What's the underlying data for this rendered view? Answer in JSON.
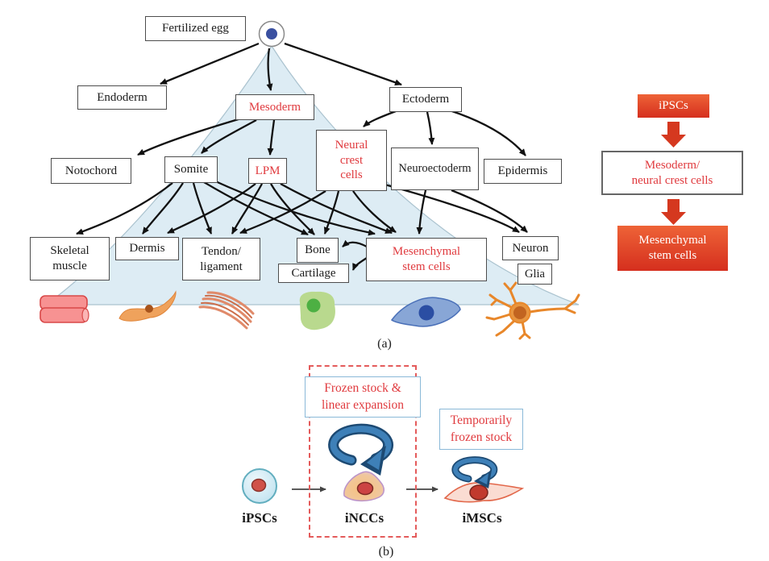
{
  "colors": {
    "accent_red_text": "#e03a3e",
    "dome_fill": "#ddecf4",
    "gradient_box_top": "#ee6337",
    "gradient_box_bottom": "#d52f1e",
    "cycle_arrow_blue": "#3e80b8",
    "cycle_arrow_outline": "#1d4a73",
    "dashed_border_red": "#e45b5b",
    "frozen_box_border": "#8ab9d8"
  },
  "panel_a": {
    "caption": "(a)",
    "boxes": {
      "fertilized_egg": {
        "label": "Fertilized egg"
      },
      "endoderm": {
        "label": "Endoderm"
      },
      "mesoderm": {
        "label": "Mesoderm"
      },
      "ectoderm": {
        "label": "Ectoderm"
      },
      "neural_crest": {
        "lines": [
          "Neural",
          "crest",
          "cells"
        ]
      },
      "neuroectoderm": {
        "label": "Neuroectoderm"
      },
      "epidermis": {
        "label": "Epidermis"
      },
      "notochord": {
        "label": "Notochord"
      },
      "somite": {
        "label": "Somite"
      },
      "lpm": {
        "label": "LPM"
      },
      "skeletal_muscle": {
        "lines": [
          "Skeletal",
          "muscle"
        ]
      },
      "dermis": {
        "label": "Dermis"
      },
      "tendon_ligament": {
        "lines": [
          "Tendon/",
          "ligament"
        ]
      },
      "bone": {
        "label": "Bone"
      },
      "cartilage": {
        "label": "Cartilage"
      },
      "mesenchymal_stem_cells": {
        "lines": [
          "Mesenchymal",
          "stem cells"
        ]
      },
      "neuron": {
        "label": "Neuron"
      },
      "glia": {
        "label": "Glia"
      }
    },
    "side_flow": {
      "ipscs": {
        "label": "iPSCs"
      },
      "mesoderm_ncc": {
        "lines": [
          "Mesoderm/",
          "neural crest cells"
        ]
      },
      "msc": {
        "lines": [
          "Mesenchymal",
          "stem cells"
        ]
      }
    }
  },
  "panel_b": {
    "caption": "(b)",
    "frozen_stock": {
      "lines": [
        "Frozen stock &",
        "linear expansion"
      ]
    },
    "temp_frozen": {
      "lines": [
        "Temporarily",
        "frozen stock"
      ]
    },
    "cells": {
      "ipscs": {
        "label": "iPSCs"
      },
      "inccs": {
        "label": "iNCCs"
      },
      "imscs": {
        "label": "iMSCs"
      }
    }
  }
}
